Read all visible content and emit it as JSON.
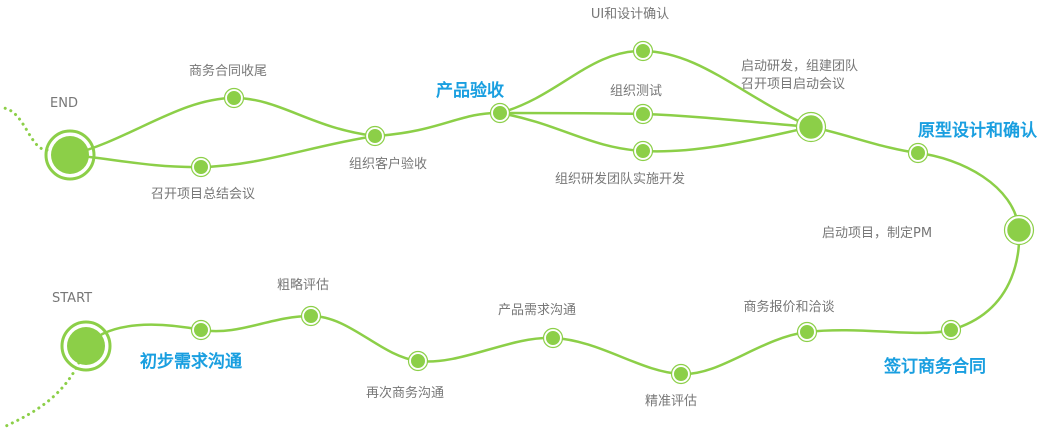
{
  "colors": {
    "line": "#8ccf48",
    "node_fill": "#8ccf48",
    "node_stroke": "#ffffff",
    "accent_text": "#1a9fe0",
    "step_text": "#777777"
  },
  "endpoints": {
    "end_label": "END",
    "start_label": "START"
  },
  "milestones": {
    "initial": "初步需求沟通",
    "contract": "签订商务合同",
    "prototype": "原型设计和确认",
    "acceptance": "产品验收"
  },
  "steps": {
    "rough_estimate": "粗略评估",
    "second_communication": "再次商务沟通",
    "product_requirement": "产品需求沟通",
    "precise_estimate": "精准评估",
    "quotation": "商务报价和洽谈",
    "kickoff": "启动项目，制定PM",
    "dev_start_line1": "启动研发，组建团队",
    "dev_start_line2": "召开项目启动会议",
    "ui_design": "UI和设计确认",
    "testing": "组织测试",
    "dev_team": "组织研发团队实施开发",
    "customer_acceptance": "组织客户验收",
    "contract_close": "商务合同收尾",
    "summary_meeting": "召开项目总结会议"
  }
}
